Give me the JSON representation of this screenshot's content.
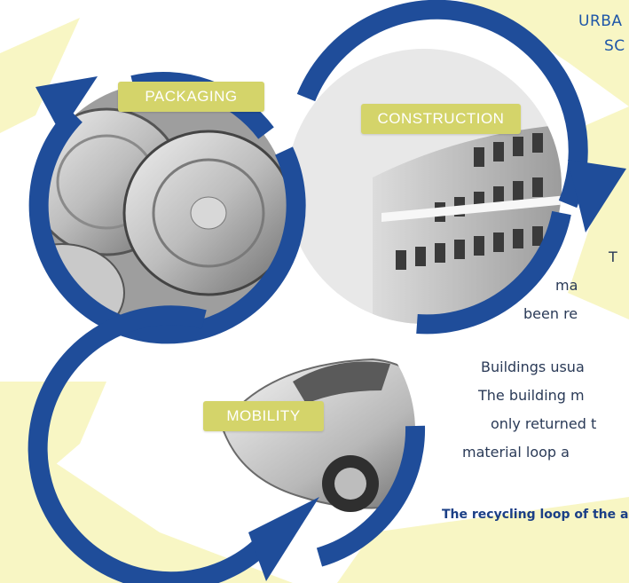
{
  "labels": {
    "packaging": "PACKAGING",
    "construction": "CONSTRUCTION",
    "mobility": "MOBILITY"
  },
  "heading": {
    "line1": "URBA",
    "line2": "SC"
  },
  "body_lines": [
    "T",
    "ma",
    "been re",
    "Buildings usua",
    "The building m",
    "only returned t",
    "material loop a"
  ],
  "caption": "The recycling loop of the a",
  "colors": {
    "ring_blue": "#1f4d9a",
    "pill_fill": "#d4d46a",
    "pale_yellow": "#f8f6c4",
    "heading_blue": "#1e56a8"
  }
}
